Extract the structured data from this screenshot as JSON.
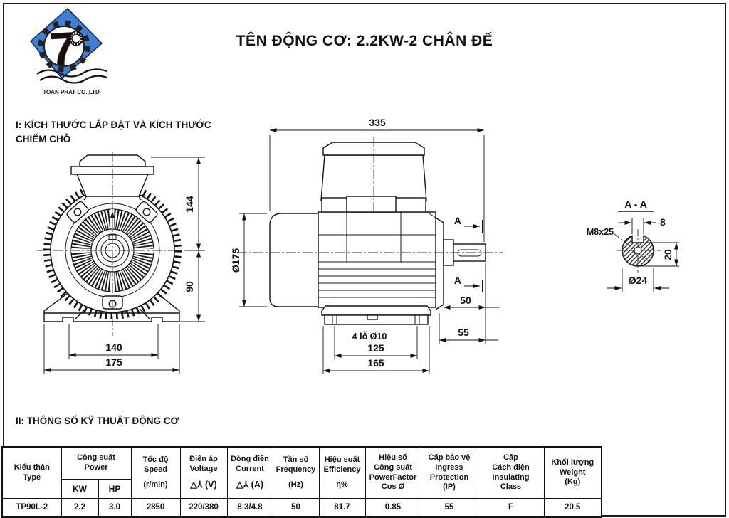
{
  "page": {
    "title": "TÊN ĐỘNG CƠ: 2.2KW-2  CHÂN ĐẾ",
    "section1_line1": "I: KÍCH THƯỚC LẮP ĐẶT VÀ KÍCH THƯỚC",
    "section1_line2": "CHIẾM CHỖ",
    "section2": "II: THÔNG SỐ KỸ THUẬT ĐỘNG CƠ"
  },
  "logo": {
    "numeral": "7",
    "company": "TOAN PHAT CO.,LTD",
    "diamond_color": "#3f7fd6",
    "numeral_color": "#a32638"
  },
  "front_view": {
    "dim_top": "144",
    "dim_bottom": "90",
    "dim_holes": "140",
    "dim_width": "175"
  },
  "side_view": {
    "dim_length": "335",
    "dim_dia": "Ø175",
    "marker": "A",
    "dim_shaft": "50",
    "dim_end": "55",
    "holes_label": "4 lỗ Ø10",
    "dim_hole_span": "125",
    "dim_foot_len": "165"
  },
  "section_aa": {
    "title": "A - A",
    "thread": "M8x25",
    "dim_key_w": "8",
    "dim_key_h": "20",
    "dim_dia": "Ø24"
  },
  "table": {
    "type": {
      "l1": "Kiểu thân",
      "l2": "Type",
      "value": "TP90L-2"
    },
    "power": {
      "l1": "Công suất",
      "l2": "Power",
      "sub1": "KW",
      "sub2": "HP",
      "val1": "2.2",
      "val2": "3.0"
    },
    "cols": [
      {
        "lines": [
          "Tốc độ",
          "Speed",
          "(r/min)"
        ],
        "value": "2850"
      },
      {
        "lines": [
          "Điện áp",
          "Voltage",
          "△⅄ (V)"
        ],
        "value": "220/380"
      },
      {
        "lines": [
          "Dòng điện",
          "Current",
          "△⅄ (A)"
        ],
        "value": "8.3/4.8"
      },
      {
        "lines": [
          "Tần số",
          "Frequency",
          "(Hz)"
        ],
        "value": "50"
      },
      {
        "lines": [
          "Hiệu suất",
          "Efficiency",
          "η%"
        ],
        "value": "81.7"
      },
      {
        "lines": [
          "Hiệu số",
          "Công suất",
          "PowerFactor",
          "Cos Ø"
        ],
        "value": "0.85"
      },
      {
        "lines": [
          "Cấp bảo vệ",
          "Ingress",
          "Protection",
          "(IP)"
        ],
        "value": "55"
      },
      {
        "lines": [
          "Cấp",
          "Cách điện",
          "Insulating",
          "Class"
        ],
        "value": "F"
      },
      {
        "lines": [
          "Khối lượng",
          "Weight",
          "(Kg)"
        ],
        "value": "20.5"
      }
    ]
  }
}
